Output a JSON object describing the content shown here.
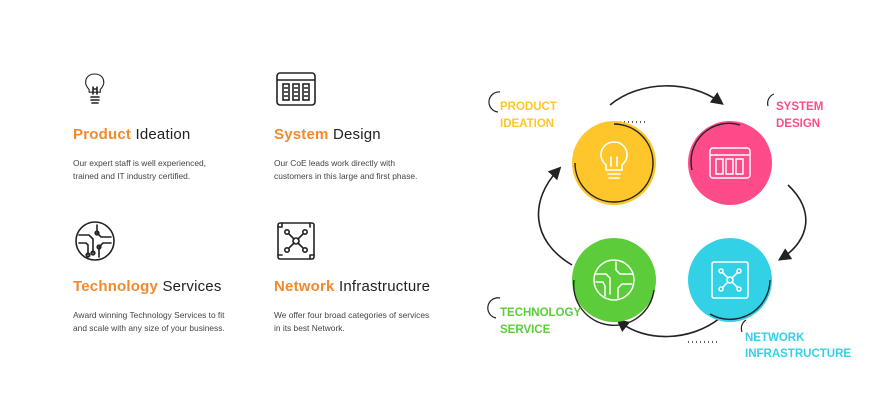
{
  "features": {
    "product": {
      "title_accent": "Product",
      "title_rest": "Ideation",
      "desc_line1": "Our expert staff is well experienced,",
      "desc_line2": "trained and IT industry certified."
    },
    "system": {
      "title_accent": "System",
      "title_rest": "Design",
      "desc_line1": "Our CoE leads work directly with",
      "desc_line2": "customers in this large and first phase."
    },
    "technology": {
      "title_accent": "Technology",
      "title_rest": "Services",
      "desc_line1": "Award winning Technology Services to fit",
      "desc_line2": "and scale with any size of your business."
    },
    "network": {
      "title_accent": "Network",
      "title_rest": "Infrastructure",
      "desc_line1": "We offer four broad categories of services",
      "desc_line2": "in its best Network."
    }
  },
  "cycle": {
    "product": {
      "line1": "PRODUCT",
      "line2": "IDEATION",
      "color": "#ffc62b",
      "icon": "lightbulb-icon"
    },
    "system": {
      "line1": "SYSTEM",
      "line2": "DESIGN",
      "color": "#ff4b8a",
      "icon": "server-rack-icon"
    },
    "technology": {
      "line1": "TECHNOLOGY",
      "line2": "SERVICE",
      "color": "#5ccc3a",
      "icon": "circuit-icon"
    },
    "network": {
      "line1": "NETWORK",
      "line2": "INFRASTRUCTURE",
      "color": "#33d1e5",
      "icon": "network-hub-icon"
    }
  },
  "colors": {
    "accent": "#f28a2c",
    "heading": "#222222",
    "body": "#444444"
  }
}
